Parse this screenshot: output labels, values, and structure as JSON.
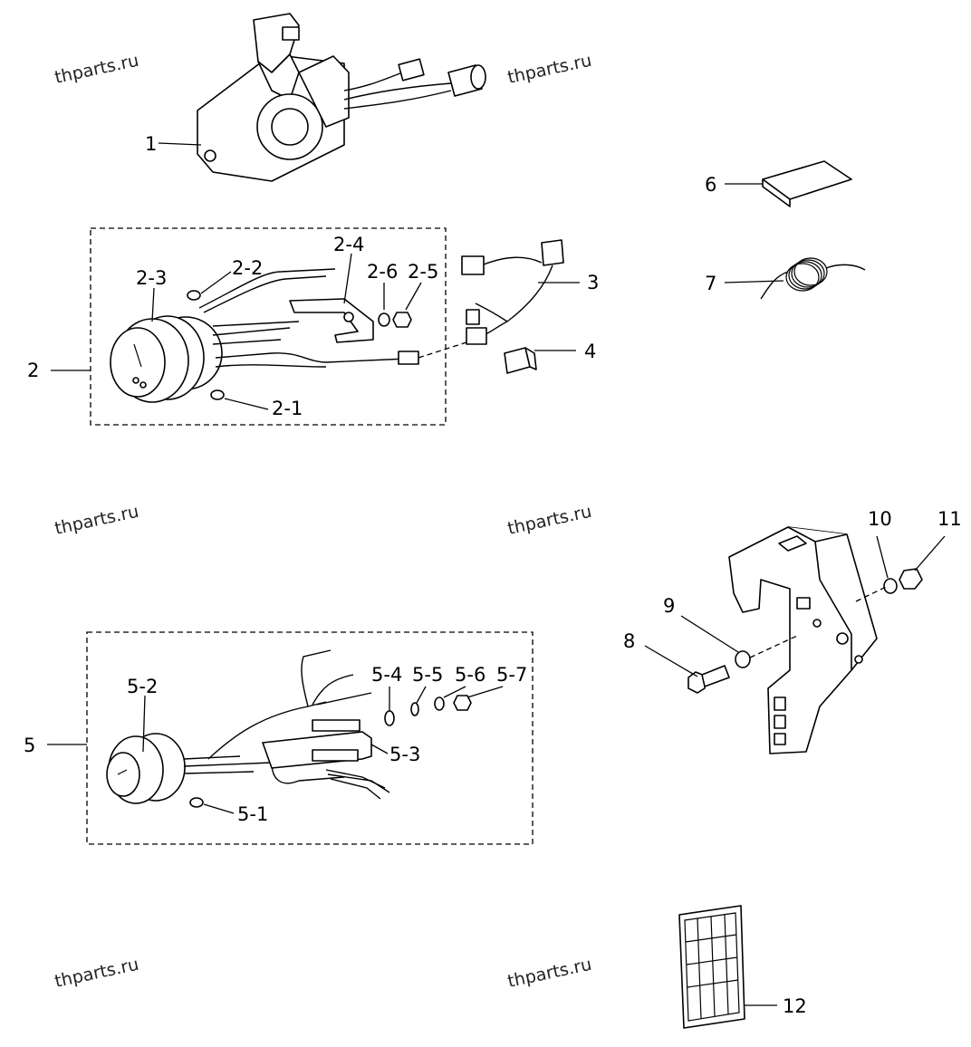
{
  "watermarks": [
    "thparts.ru",
    "thparts.ru",
    "thparts.ru",
    "thparts.ru",
    "thparts.ru",
    "thparts.ru"
  ],
  "labels": {
    "p1": "1",
    "p2": "2",
    "p2_1": "2-1",
    "p2_2": "2-2",
    "p2_3": "2-3",
    "p2_4": "2-4",
    "p2_5": "2-5",
    "p2_6": "2-6",
    "p3": "3",
    "p4": "4",
    "p5": "5",
    "p5_1": "5-1",
    "p5_2": "5-2",
    "p5_3": "5-3",
    "p5_4": "5-4",
    "p5_5": "5-5",
    "p5_6": "5-6",
    "p5_7": "5-7",
    "p6": "6",
    "p7": "7",
    "p8": "8",
    "p9": "9",
    "p10": "10",
    "p11": "11",
    "p12": "12"
  }
}
